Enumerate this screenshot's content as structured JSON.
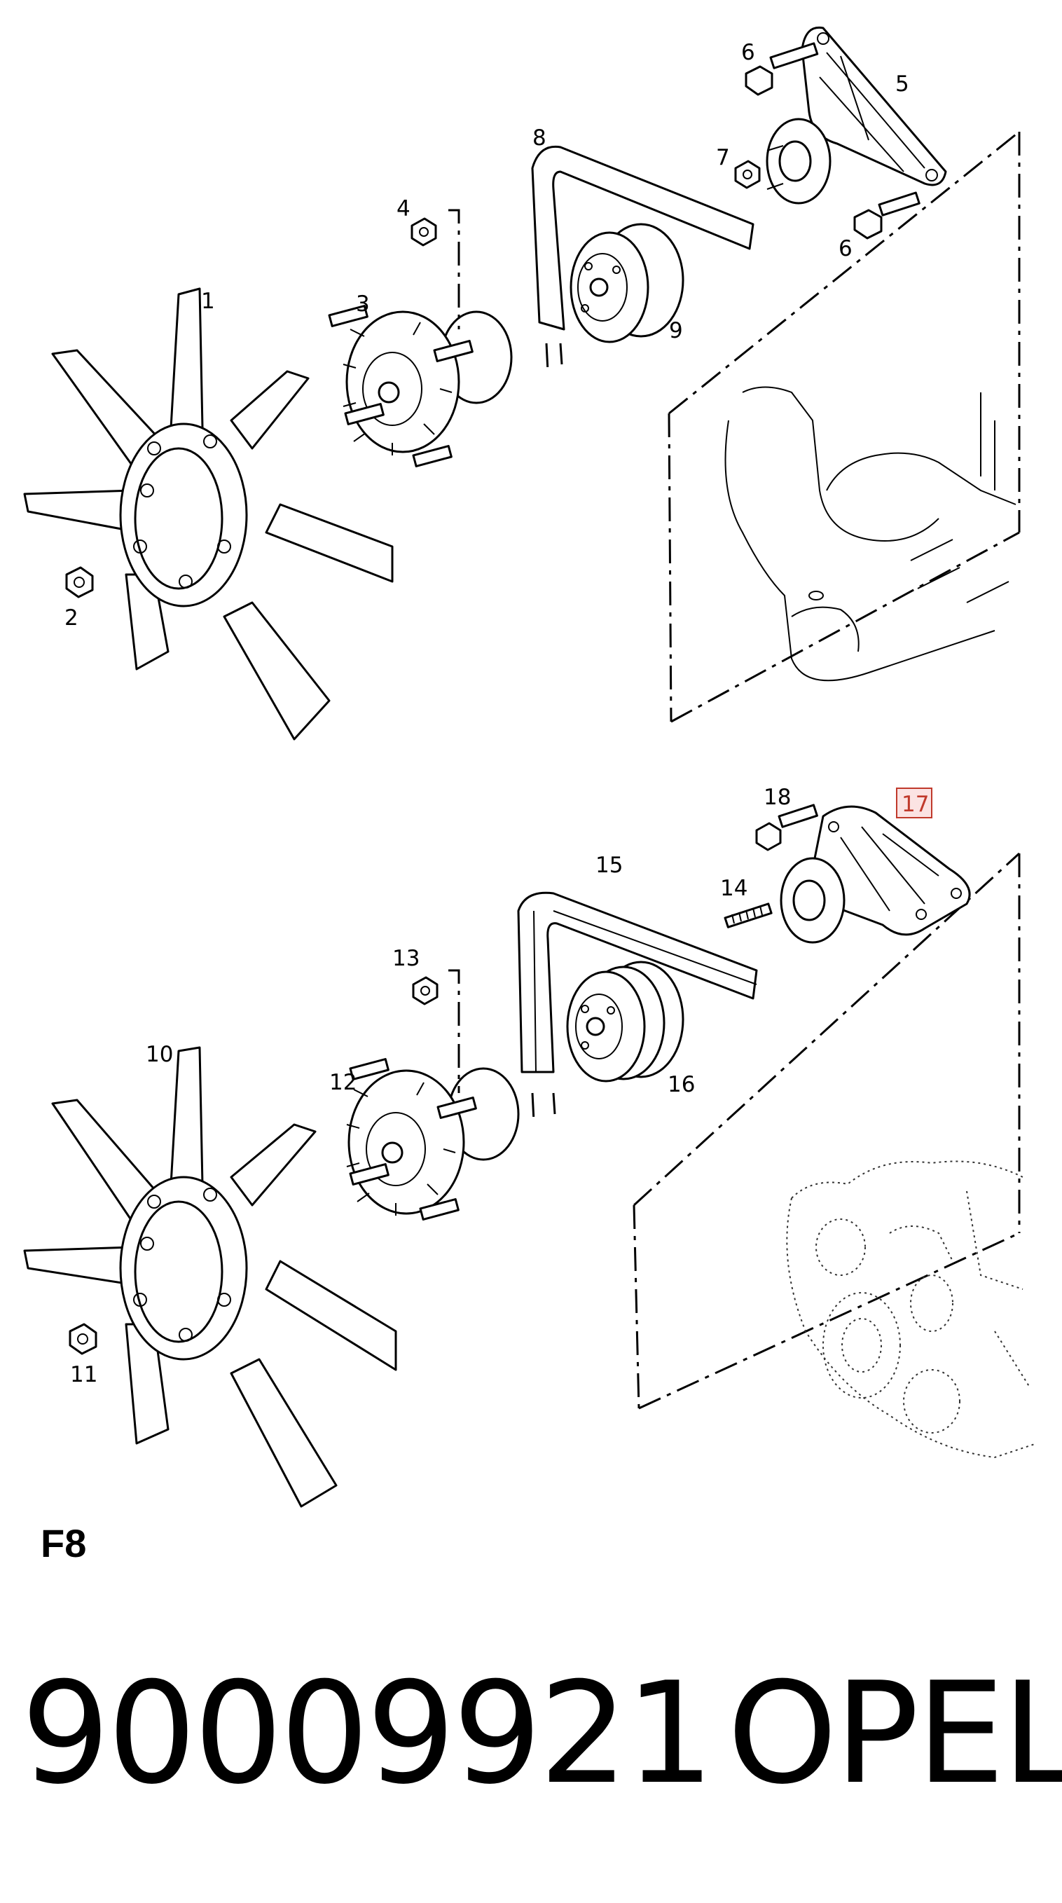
{
  "figure_label": "F8",
  "part_number": "90009921",
  "brand": "OPEL",
  "highlight_color": "#c0392b",
  "callouts_upper": {
    "c1": "1",
    "c2": "2",
    "c3": "3",
    "c4": "4",
    "c5": "5",
    "c6a": "6",
    "c6b": "6",
    "c7": "7",
    "c8": "8",
    "c9": "9"
  },
  "callouts_lower": {
    "c10": "10",
    "c11": "11",
    "c12": "12",
    "c13": "13",
    "c14": "14",
    "c15": "15",
    "c16": "16",
    "c17": "17",
    "c18": "18"
  }
}
